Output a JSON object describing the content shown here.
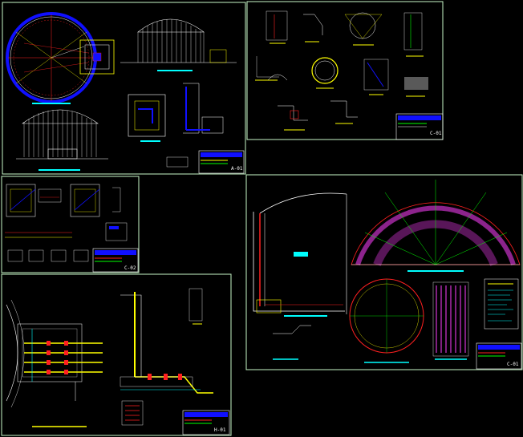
{
  "sheets": [
    {
      "id": "A",
      "code": "A-01"
    },
    {
      "id": "B",
      "code": "C-01"
    },
    {
      "id": "C",
      "code": "C-02"
    },
    {
      "id": "D",
      "code": "C-01"
    },
    {
      "id": "E",
      "code": "H-01"
    }
  ],
  "colors": {
    "background": "#000000",
    "frame": "#c8f7c8",
    "accent_blue": "#1010ff",
    "accent_red": "#ff2020",
    "accent_yellow": "#ffff00",
    "accent_green": "#00ff00",
    "accent_cyan": "#00ffff",
    "accent_magenta": "#ff40ff",
    "white": "#ffffff"
  }
}
